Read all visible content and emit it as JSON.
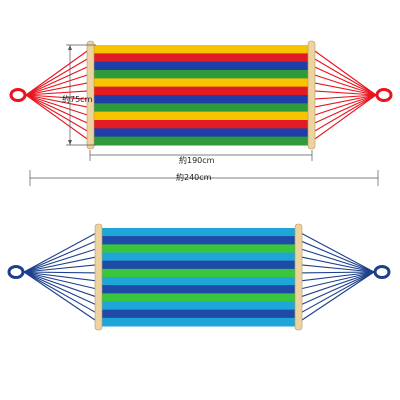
{
  "dimensions": {
    "width_label": "約75cm",
    "bed_length_label": "約190cm",
    "total_length_label": "約240cm"
  },
  "hammocks": [
    {
      "name": "rainbow-hammock",
      "rope_color": "#e8141e",
      "stripes": [
        "#f6c400",
        "#e21a23",
        "#1f3fa8",
        "#2f9a3a",
        "#f6c400",
        "#e21a23",
        "#1f3fa8",
        "#2f9a3a",
        "#f6c400",
        "#e21a23",
        "#1f3fa8",
        "#2f9a3a"
      ]
    },
    {
      "name": "blue-green-hammock",
      "rope_color": "#1d3f8c",
      "stripes": [
        "#1fa6d8",
        "#1e4aa8",
        "#39c63a",
        "#1fa6d8",
        "#1e4aa8",
        "#39c63a",
        "#1fa6d8",
        "#1e4aa8",
        "#39c63a",
        "#1fa6d8",
        "#1e4aa8",
        "#1fa6d8"
      ]
    }
  ],
  "colors": {
    "spreader_bar": "#ecd3a0",
    "dimension_line": "#555555"
  }
}
